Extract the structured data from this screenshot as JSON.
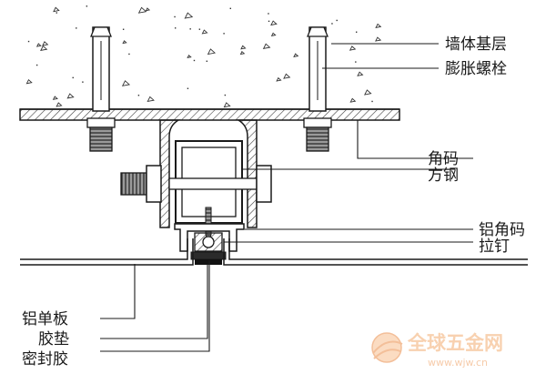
{
  "labels": {
    "wall_base": "墙体基层",
    "expansion_bolt": "膨胀螺栓",
    "angle_code": "角码",
    "square_steel": "方钢",
    "aluminum_angle_code": "铝角码",
    "rivet": "拉钉",
    "aluminum_panel": "铝单板",
    "rubber_pad": "胶垫",
    "sealant": "密封胶"
  },
  "watermark": {
    "brand": "全球五金网",
    "url": "www.wjw.cn"
  },
  "colors": {
    "line": "#1a1a1a",
    "concrete_fill": "#ffffff",
    "bolt_fill": "#8f8f8f",
    "steel_hatch": "#555555",
    "watermark": "#f2b488"
  }
}
